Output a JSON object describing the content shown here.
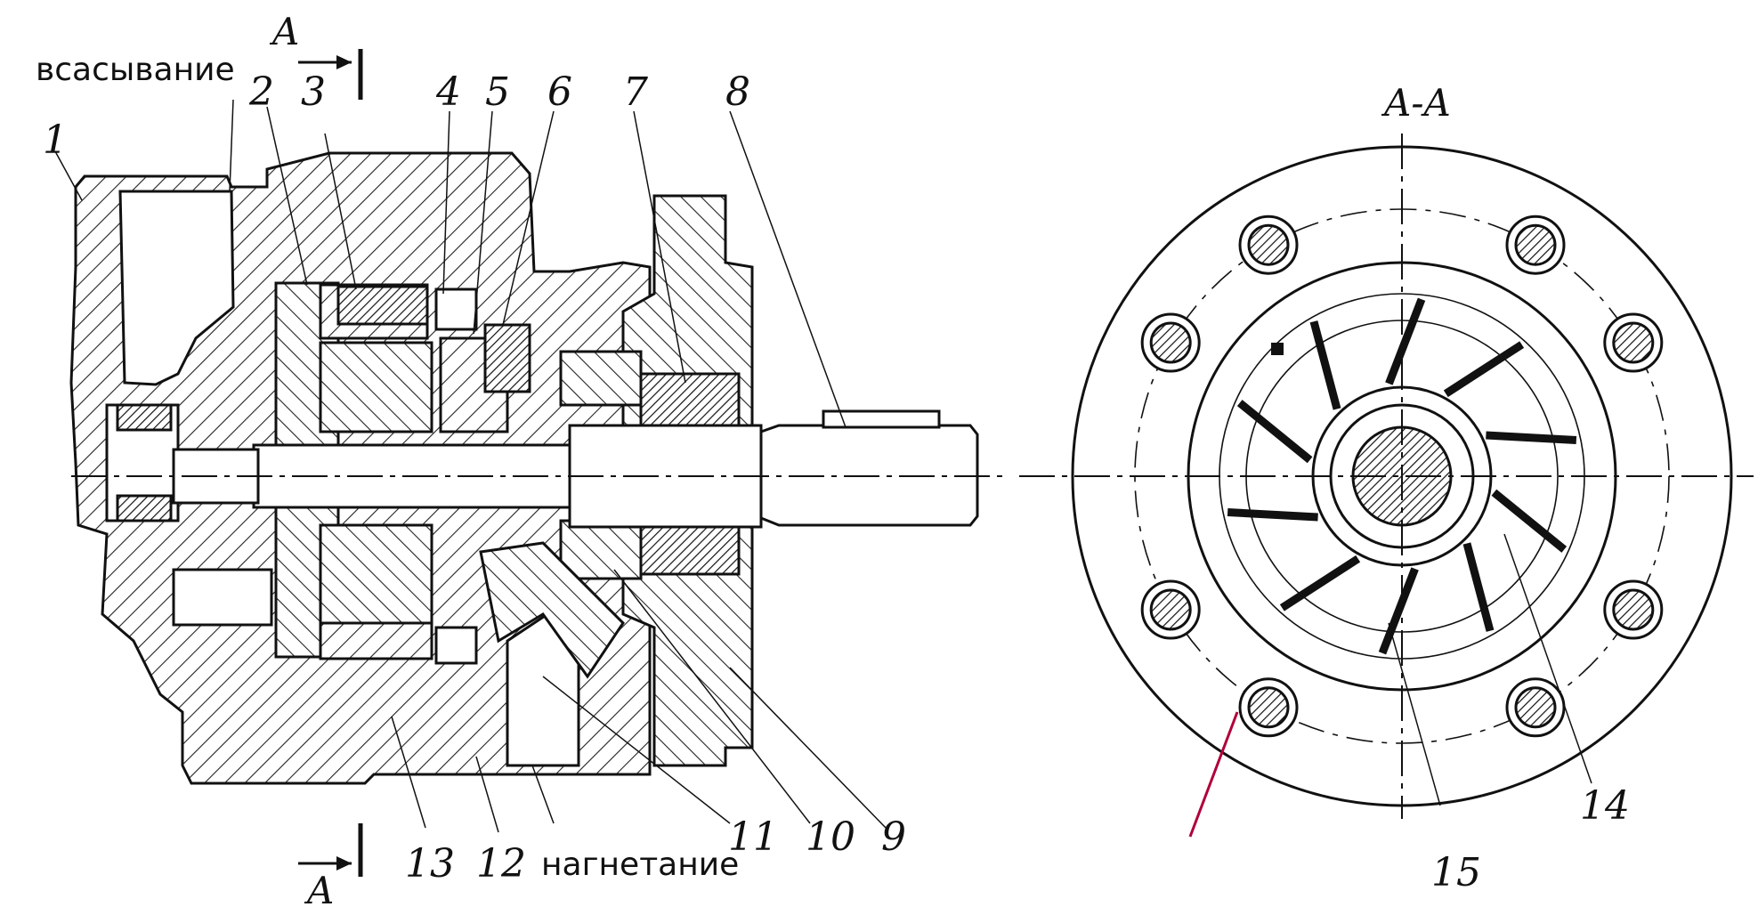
{
  "labels": {
    "suction": "всасывание",
    "discharge": "нагнетание",
    "section_mark_top": "A",
    "section_mark_bottom": "A",
    "section_title": "A-A"
  },
  "part_numbers": [
    "1",
    "2",
    "3",
    "4",
    "5",
    "6",
    "7",
    "8",
    "9",
    "10",
    "11",
    "12",
    "13",
    "14",
    "15"
  ]
}
